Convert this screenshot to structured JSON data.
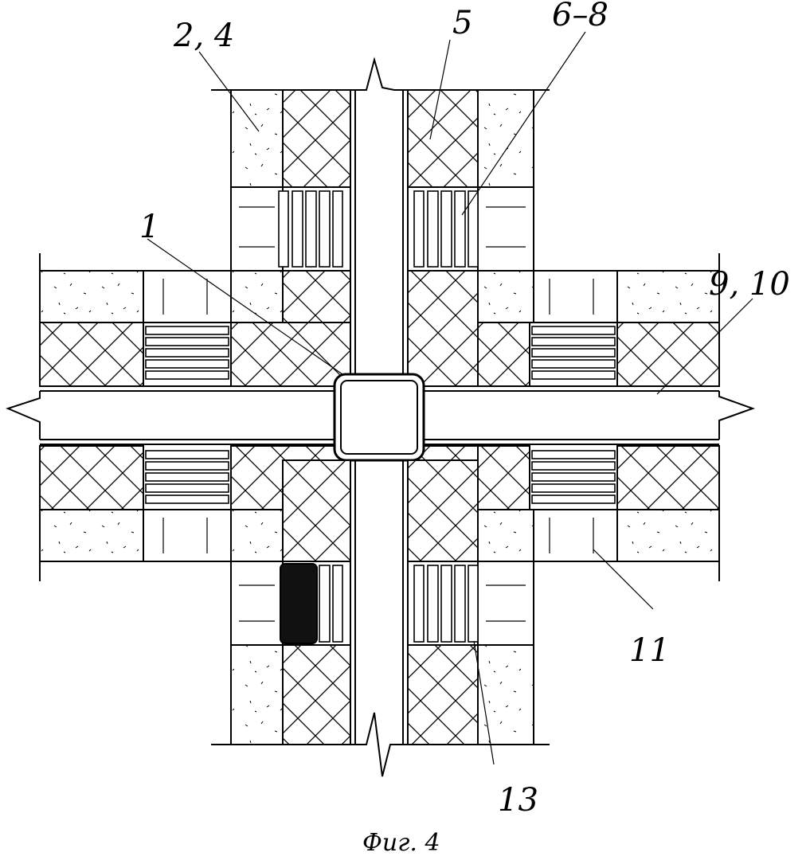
{
  "figure": {
    "caption": "Фиг. 4"
  },
  "labels": {
    "l1": "1",
    "l24": "2, 4",
    "l5": "5",
    "l68": "6–8",
    "l910": "9, 10",
    "l11": "11",
    "l13": "13"
  },
  "colors": {
    "line": "#000000",
    "background": "#ffffff",
    "filled_element": "#111111"
  }
}
